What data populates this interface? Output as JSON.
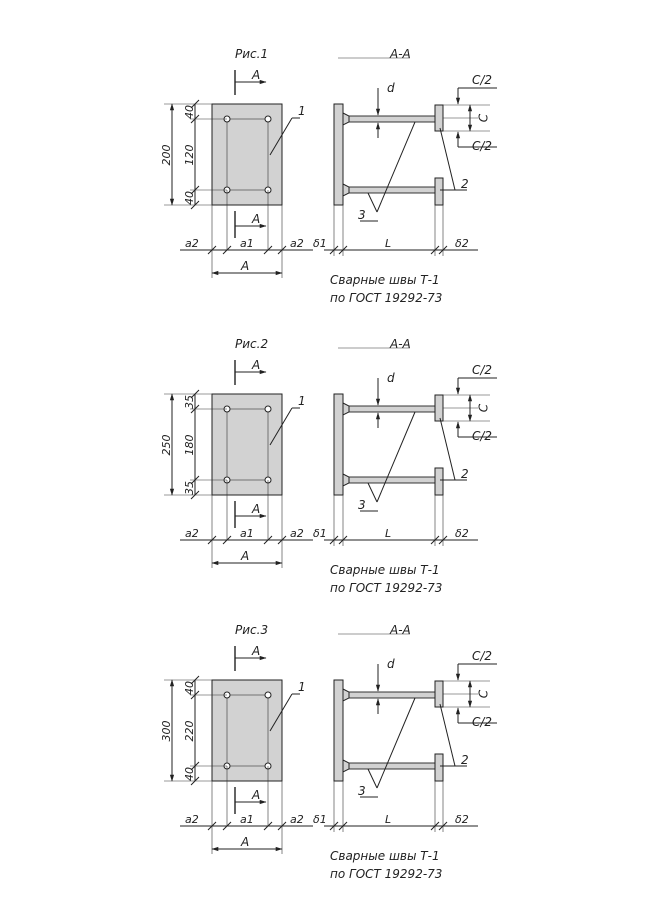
{
  "figures": [
    {
      "title": "Рис.1",
      "section_title": "А-А",
      "height_total": "200",
      "dim_top": "40",
      "dim_mid": "120",
      "dim_bottom": "40",
      "cut_label": "А",
      "callout_plate": "1",
      "callout_stud": "2",
      "callout_anchor": "3",
      "label_a2_left": "a2",
      "label_a1": "a1",
      "label_a2_right": "a2",
      "label_A": "А",
      "label_d1": "δ1",
      "label_L": "L",
      "label_d2": "δ2",
      "label_d": "d",
      "label_c2_top": "С/2",
      "label_c": "С",
      "label_c2_bottom": "С/2",
      "note_line1": "Сварные швы Т-1",
      "note_line2": "по ГОСТ 19292-73"
    },
    {
      "title": "Рис.2",
      "section_title": "А-А",
      "height_total": "250",
      "dim_top": "35",
      "dim_mid": "180",
      "dim_bottom": "35",
      "cut_label": "А",
      "callout_plate": "1",
      "callout_stud": "2",
      "callout_anchor": "3",
      "label_a2_left": "a2",
      "label_a1": "a1",
      "label_a2_right": "a2",
      "label_A": "А",
      "label_d1": "δ1",
      "label_L": "L",
      "label_d2": "δ2",
      "label_d": "d",
      "label_c2_top": "С/2",
      "label_c": "С",
      "label_c2_bottom": "С/2",
      "note_line1": "Сварные швы Т-1",
      "note_line2": "по ГОСТ 19292-73"
    },
    {
      "title": "Рис.3",
      "section_title": "А-А",
      "height_total": "300",
      "dim_top": "40",
      "dim_mid": "220",
      "dim_bottom": "40",
      "cut_label": "А",
      "callout_plate": "1",
      "callout_stud": "2",
      "callout_anchor": "3",
      "label_a2_left": "a2",
      "label_a1": "a1",
      "label_a2_right": "a2",
      "label_A": "А",
      "label_d1": "δ1",
      "label_L": "L",
      "label_d2": "δ2",
      "label_d": "d",
      "label_c2_top": "С/2",
      "label_c": "С",
      "label_c2_bottom": "С/2",
      "note_line1": "Сварные швы Т-1",
      "note_line2": "по ГОСТ 19292-73"
    }
  ]
}
